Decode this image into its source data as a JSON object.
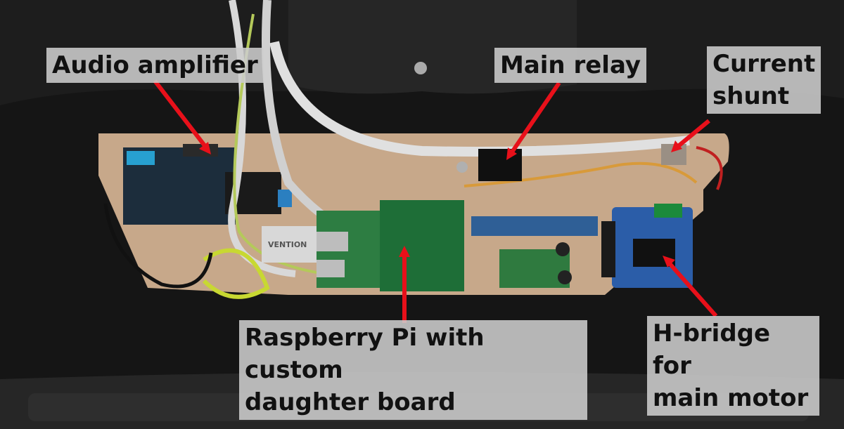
{
  "labels": {
    "audio_amplifier": "Audio amplifier",
    "main_relay": "Main relay",
    "current_shunt_line1": "Current",
    "current_shunt_line2": "shunt",
    "raspberry_pi_line1": "Raspberry Pi with custom",
    "raspberry_pi_line2": "daughter board",
    "h_bridge_line1": "H-bridge for",
    "h_bridge_line2": "main motor"
  },
  "colors": {
    "arrow": "#e8101a",
    "label_background": "#cdcdcd",
    "board": "#c9a98a"
  },
  "board_markings": {
    "usb_hub_brand": "VENTION"
  }
}
